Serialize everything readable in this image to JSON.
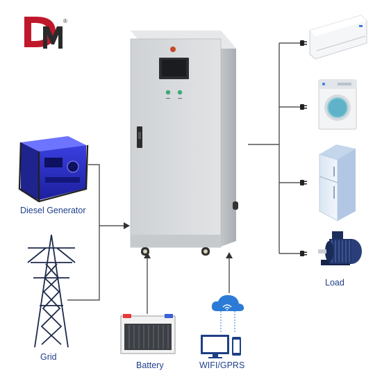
{
  "logo": {
    "registered": "®"
  },
  "labels": {
    "diesel_generator": "Diesel Generator",
    "grid": "Grid",
    "battery": "Battery",
    "wifi_gprs": "WIFI/GPRS",
    "load": "Load"
  },
  "icons": {
    "cabinet": "inverter-cabinet-icon",
    "generator": "diesel-generator-icon",
    "grid": "power-tower-icon",
    "battery": "battery-icon",
    "cloud": "cloud-wifi-icon",
    "monitor": "monitor-icon",
    "phone": "phone-icon",
    "ac": "air-conditioner-icon",
    "washer": "washing-machine-icon",
    "fridge": "refrigerator-icon",
    "motor": "electric-motor-icon"
  },
  "colors": {
    "brand_red": "#c0182b",
    "brand_dark": "#2a2a2a",
    "label_blue": "#1f3f8a",
    "line": "#333333",
    "cabinet": "#d6d8db"
  }
}
